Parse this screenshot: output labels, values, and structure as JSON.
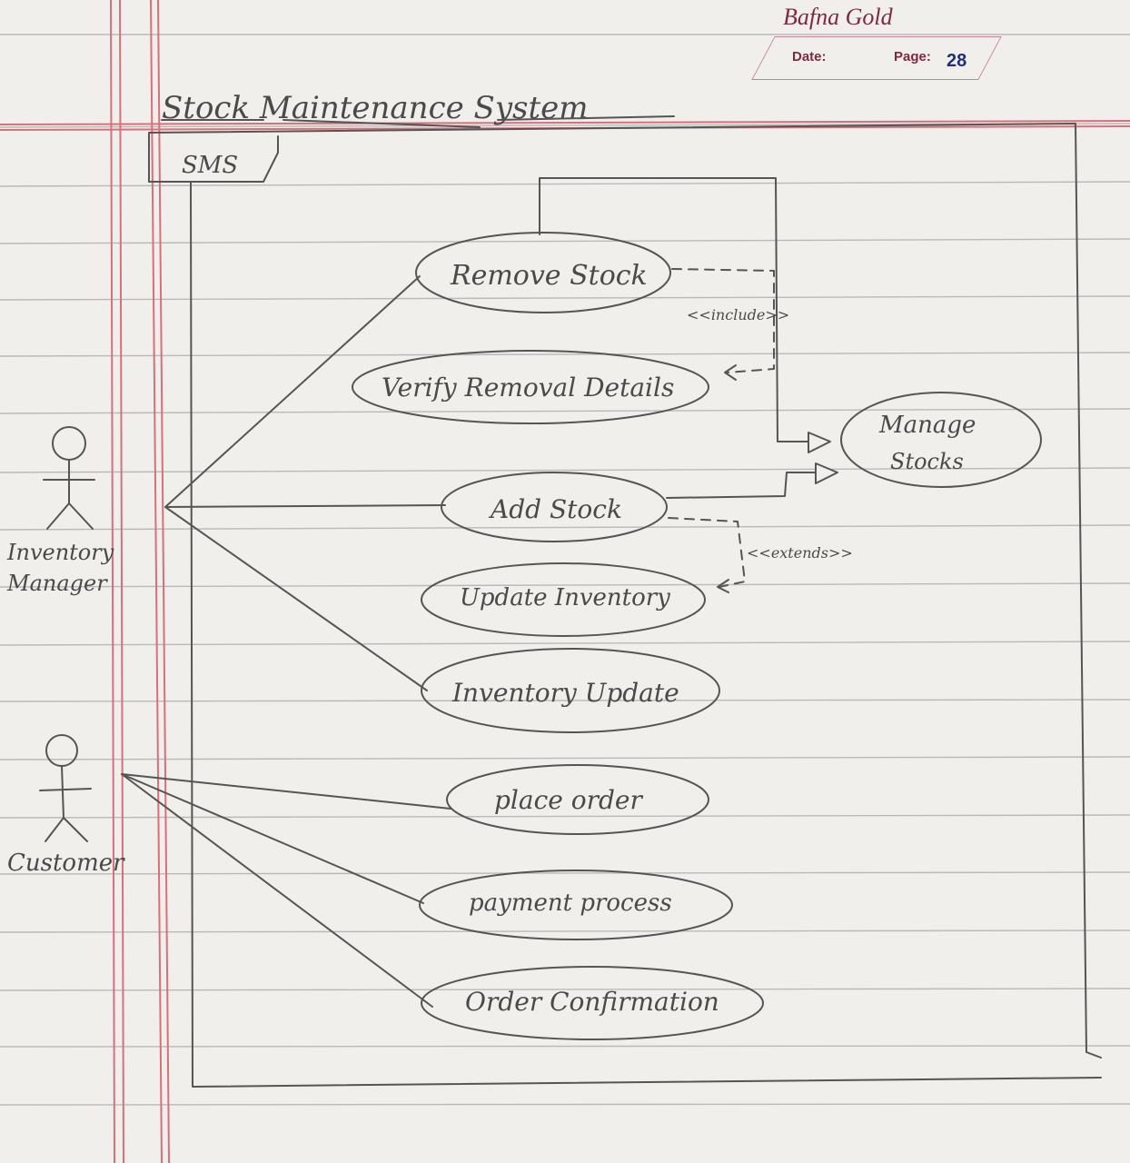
{
  "header": {
    "brand": "Bafna Gold",
    "date_label": "Date:",
    "page_label": "Page:",
    "page_number": "28"
  },
  "title": "Stock Maintenance System",
  "system": {
    "label": "SMS"
  },
  "actors": [
    {
      "name": "Inventory Manager",
      "line1": "Inventory",
      "line2": "Manager"
    },
    {
      "name": "Customer",
      "line1": "Customer"
    }
  ],
  "use_cases": {
    "remove_stock": "Remove Stock",
    "verify_removal": "Verify Removal Details",
    "manage_stocks_1": "Manage",
    "manage_stocks_2": "Stocks",
    "add_stock": "Add Stock",
    "update_inventory": "Update Inventory",
    "inventory_update": "Inventory Update",
    "place_order": "place order",
    "payment_process": "payment process",
    "order_confirmation": "Order Confirmation"
  },
  "relations": {
    "include_label": "<<include>>",
    "extend_label": "<<extends>>"
  },
  "colors": {
    "paper": "#f1efec",
    "ruled_line": "#b9b9bb",
    "margin_line": "#d8707c",
    "pencil": "#555555"
  }
}
